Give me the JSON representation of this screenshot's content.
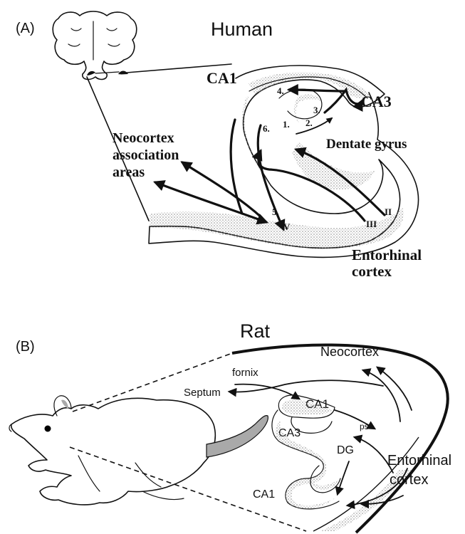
{
  "panel_a": {
    "panel_label": "(A)",
    "title": "Human",
    "labels": {
      "ca1": "CA1",
      "ca3": "CA3",
      "dentate_gyrus": "Dentate gyrus",
      "neocortex_line1": "Neocortex",
      "neocortex_line2": "association",
      "neocortex_line3": "areas",
      "entorhinal_line1": "Entorhinal",
      "entorhinal_line2": "cortex"
    },
    "steps": [
      "1.",
      "2.",
      "3.",
      "4.",
      "5.",
      "6."
    ],
    "layers": [
      "II",
      "III",
      "V"
    ]
  },
  "panel_b": {
    "panel_label": "(B)",
    "title": "Rat",
    "labels": {
      "neocortex": "Neocortex",
      "fornix": "fornix",
      "septum": "Septum",
      "ca1_upper": "CA1",
      "ps": "ps",
      "ca3": "CA3",
      "dg": "DG",
      "ca1_lower": "CA1",
      "entorhinal_line1": "Entorhinal",
      "entorhinal_line2": "cortex"
    }
  },
  "colors": {
    "ink": "#111111",
    "stipple": "#8a8a8a",
    "tail": "#a9a9a9",
    "rat_eye": "#000000"
  }
}
